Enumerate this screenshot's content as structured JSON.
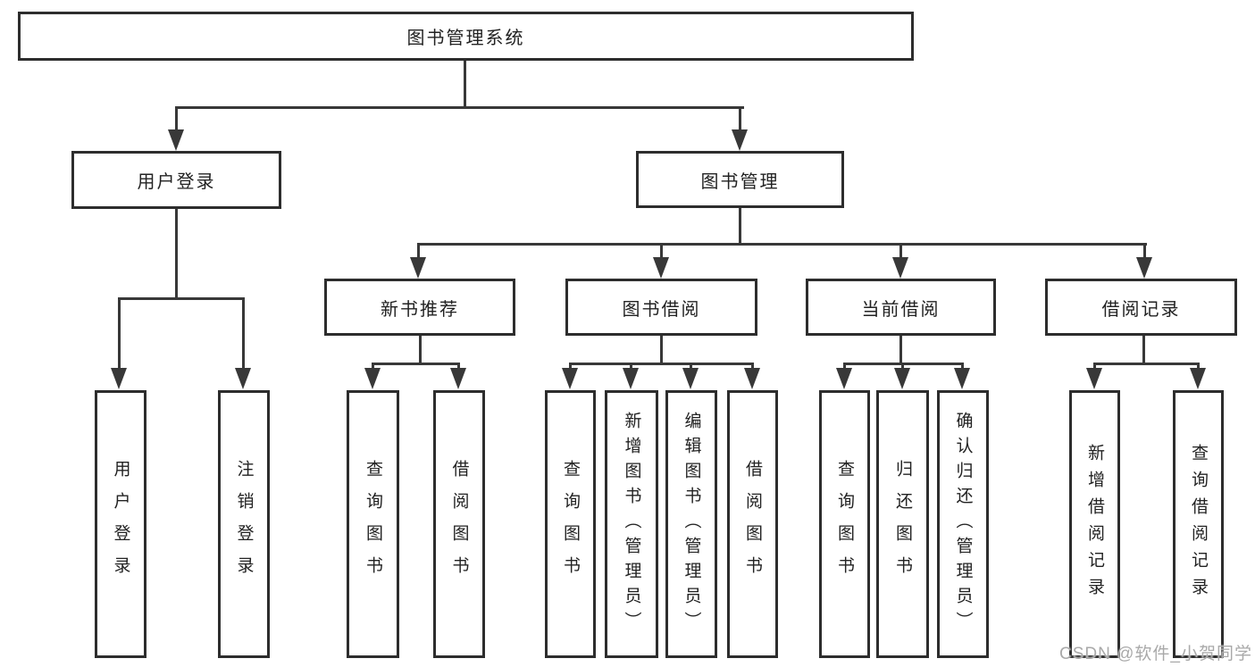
{
  "root": {
    "label": "图书管理系统"
  },
  "branches": [
    {
      "label": "用户登录",
      "children": [
        {
          "label": "用户登录"
        },
        {
          "label": "注销登录"
        }
      ]
    },
    {
      "label": "图书管理",
      "children": [
        {
          "label": "新书推荐",
          "children": [
            {
              "label": "查询图书"
            },
            {
              "label": "借阅图书"
            }
          ]
        },
        {
          "label": "图书借阅",
          "children": [
            {
              "label": "查询图书"
            },
            {
              "label": "新增图书（管理员）"
            },
            {
              "label": "编辑图书（管理员）"
            },
            {
              "label": "借阅图书"
            }
          ]
        },
        {
          "label": "当前借阅",
          "children": [
            {
              "label": "查询图书"
            },
            {
              "label": "归还图书"
            },
            {
              "label": "确认归还（管理员）"
            }
          ]
        },
        {
          "label": "借阅记录",
          "children": [
            {
              "label": "新增借阅记录"
            },
            {
              "label": "查询借阅记录"
            }
          ]
        }
      ]
    }
  ],
  "colors": {
    "line": "#383838",
    "box_border": "#2d2d2d",
    "text": "#222222",
    "watermark": "#a9a9a9"
  },
  "watermark": "CSDN @软件_小贺同学"
}
